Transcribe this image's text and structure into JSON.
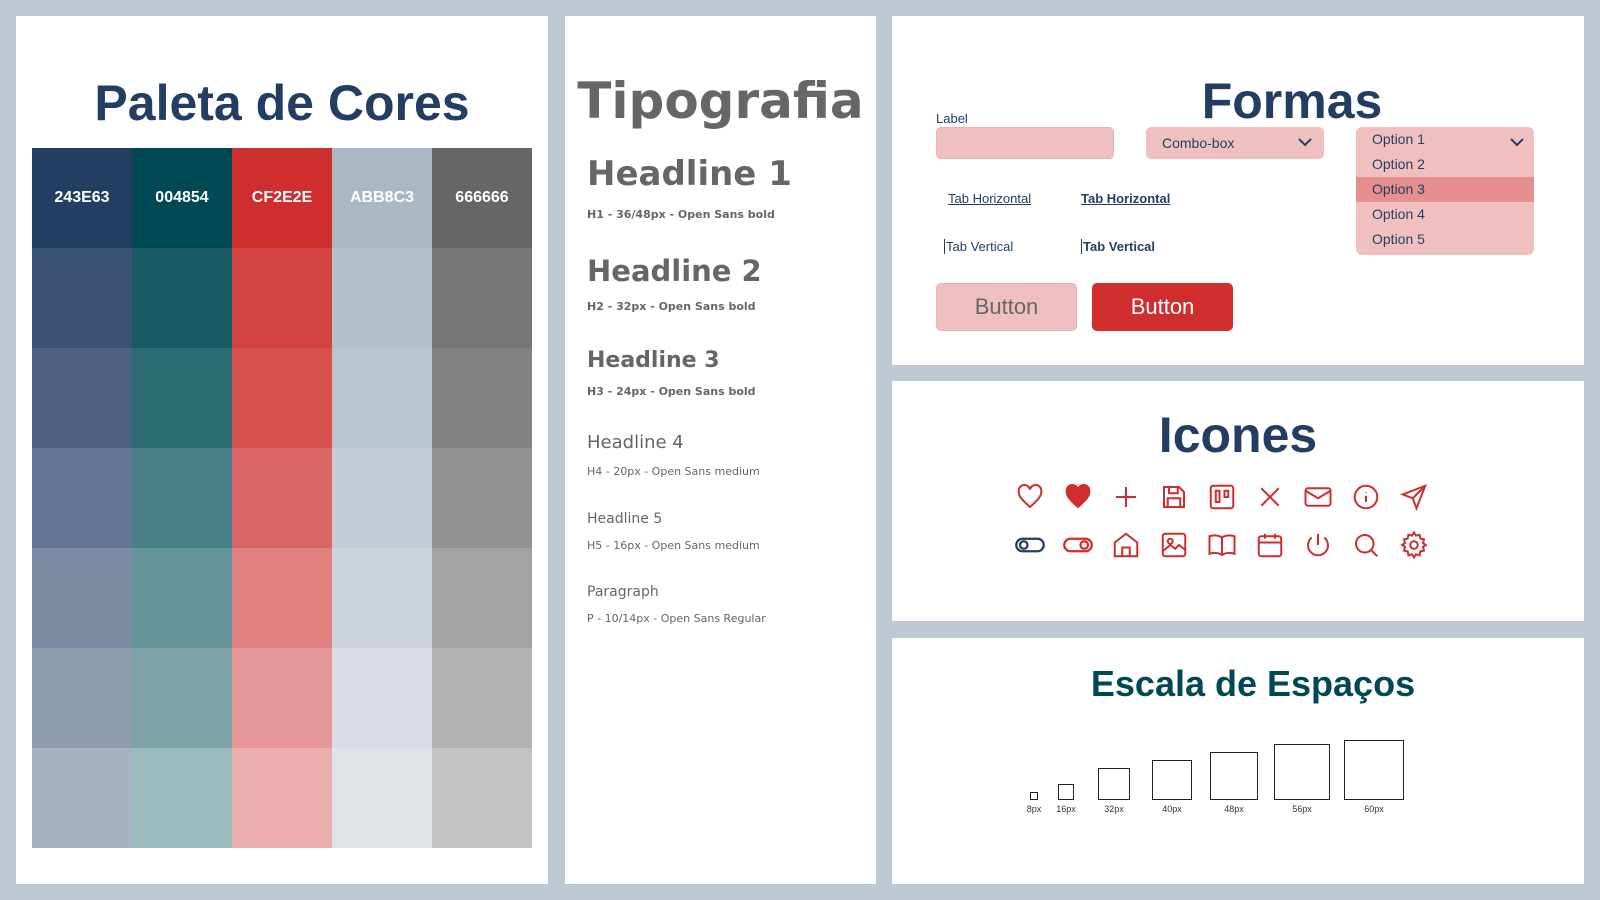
{
  "palette": {
    "title": "Paleta de Cores",
    "columns": [
      {
        "label": "243E63",
        "shades": [
          "#243E63",
          "#3A5273",
          "#4D6280",
          "#627592",
          "#7B8BA3",
          "#8F9DB1",
          "#A7B1C1"
        ]
      },
      {
        "label": "004854",
        "shades": [
          "#004854",
          "#1A5A65",
          "#2D6B74",
          "#478088",
          "#65949A",
          "#7DA3A8",
          "#9ABABC"
        ]
      },
      {
        "label": "CF2E2E",
        "shades": [
          "#CF2E2E",
          "#D34343",
          "#D85151",
          "#DC6565",
          "#E18080",
          "#E69898",
          "#EBAEAE"
        ]
      },
      {
        "label": "ABB8C3",
        "shades": [
          "#ABB8C3",
          "#B3BFC9",
          "#BBC5CE",
          "#C4CDD5",
          "#CDD4DB",
          "#D7DDE2",
          "#DFE3E7"
        ]
      },
      {
        "label": "666666",
        "shades": [
          "#666666",
          "#767676",
          "#828282",
          "#939393",
          "#A3A3A3",
          "#B2B2B2",
          "#C3C3C3"
        ]
      }
    ]
  },
  "typography": {
    "title": "Tipografia",
    "items": [
      {
        "head": "Headline 1",
        "spec": "H1 - 36/48px - Open Sans bold"
      },
      {
        "head": "Headline 2",
        "spec": "H2 - 32px - Open Sans bold"
      },
      {
        "head": "Headline 3",
        "spec": "H3 - 24px - Open Sans bold"
      },
      {
        "head": "Headline 4",
        "spec": "H4 - 20px - Open Sans medium"
      },
      {
        "head": "Headline 5",
        "spec": "H5 - 16px - Open Sans medium"
      },
      {
        "head": "Paragraph",
        "spec": "P - 10/14px - Open Sans Regular"
      }
    ]
  },
  "forms": {
    "title": "Formas",
    "input_label": "Label",
    "combo_value": "Combo-box",
    "dropdown_options": [
      "Option 1",
      "Option 2",
      "Option 3",
      "Option 4",
      "Option 5"
    ],
    "dropdown_selected": "Option 3",
    "tab_horizontal": [
      "Tab Horizontal",
      "Tab Horizontal"
    ],
    "tab_vertical": [
      "Tab Vertical",
      "Tab Vertical"
    ],
    "buttons": [
      "Button",
      "Button"
    ]
  },
  "icons": {
    "title": "Icones",
    "row1": [
      "heart-outline-icon",
      "heart-filled-icon",
      "plus-icon",
      "save-icon",
      "kanban-icon",
      "close-icon",
      "mail-icon",
      "info-icon",
      "send-icon"
    ],
    "row2": [
      "toggle-off-icon",
      "toggle-on-icon",
      "home-icon",
      "image-icon",
      "book-icon",
      "calendar-icon",
      "power-icon",
      "search-icon",
      "settings-icon"
    ],
    "color": "#D02E2E",
    "alt_color": "#243E63"
  },
  "spacing": {
    "title": "Escala de Espaços",
    "sizes": [
      {
        "value": 8,
        "label": "8px"
      },
      {
        "value": 16,
        "label": "16px"
      },
      {
        "value": 32,
        "label": "32px"
      },
      {
        "value": 40,
        "label": "40px"
      },
      {
        "value": 48,
        "label": "48px"
      },
      {
        "value": 56,
        "label": "56px"
      },
      {
        "value": 60,
        "label": "60px"
      }
    ]
  },
  "colors": {
    "navy": "#243E63",
    "teal": "#004854",
    "red": "#CF2E2E",
    "light_red": "#F0C0C0",
    "gray": "#666666",
    "background": "#BFC7D3"
  }
}
